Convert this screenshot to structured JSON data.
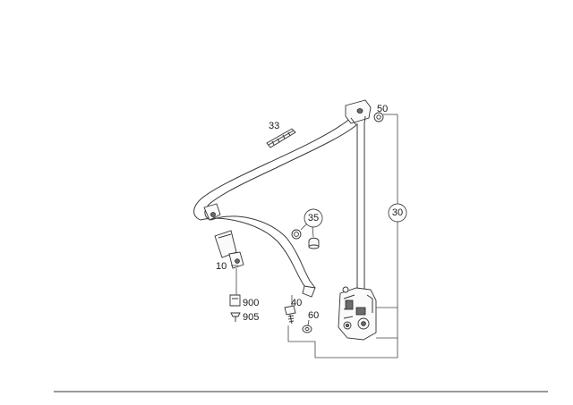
{
  "callouts": {
    "c10": "10",
    "c30": "30",
    "c33": "33",
    "c35": "35",
    "c40": "40",
    "c50": "50",
    "c60": "60",
    "c900": "900",
    "c905": "905"
  }
}
